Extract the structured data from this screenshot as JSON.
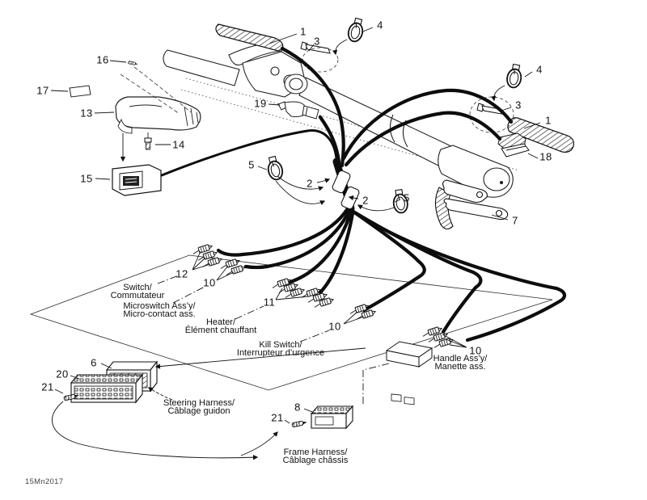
{
  "diagram": {
    "title": "Steering harness exploded parts diagram",
    "code": "15Mn2017",
    "background": "#ffffff",
    "ink": "#111111"
  },
  "callouts": {
    "n1_top": "1",
    "n3_top": "3",
    "n4_top": "4",
    "n4_right": "4",
    "n3_right": "3",
    "n1_right": "1",
    "n18": "18",
    "n16": "16",
    "n17": "17",
    "n13": "13",
    "n14": "14",
    "n15": "15",
    "n19": "19",
    "n5_left": "5",
    "n2_left": "2",
    "n2_right": "2",
    "n5_right": "5",
    "n7": "7",
    "n12": "12",
    "n10_left": "10",
    "n11": "11",
    "n10_kill": "10",
    "n10_handle": "10",
    "n6": "6",
    "n20": "20",
    "n21_left": "21",
    "n8": "8",
    "n21_mid": "21"
  },
  "labels": {
    "switch_line1": "Switch/",
    "switch_line2": "Commutateur",
    "microswitch_line1": "Microswitch Ass’y/",
    "microswitch_line2": "Micro-contact ass.",
    "heater_line1": "Heater/",
    "heater_line2": "Élément chauffant",
    "kill_line1": "Kill Switch/",
    "kill_line2": "Interrupteur d’urgence",
    "handle_line1": "Handle Ass’y/",
    "handle_line2": "Manette ass.",
    "steering_line1": "Steering Harness/",
    "steering_line2": "Câblage guidon",
    "frame_line1": "Frame Harness/",
    "frame_line2": "Câblage châssis"
  }
}
